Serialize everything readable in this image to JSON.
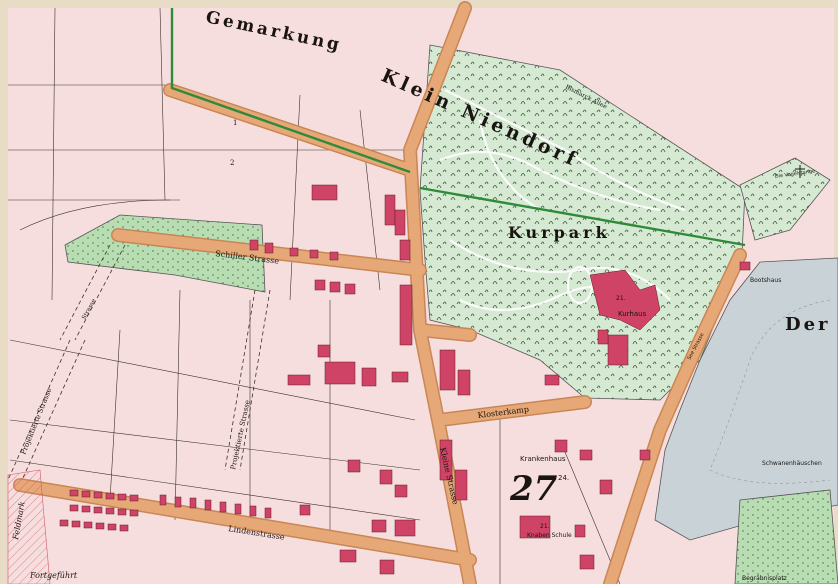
{
  "map": {
    "labels": {
      "gemarkung": "Gemarkung",
      "klein_niendorf": "Klein Niendorf",
      "kurpark": "Kurpark",
      "schiller_strasse": "Schiller Strasse",
      "klosterkamp": "Klosterkamp",
      "lindenstrasse": "Lindenstrasse",
      "kleine_strasse": "Kleine Strasse",
      "projektierte_strasse_1": "Projektierte Strasse",
      "projektierte_strasse_2": "Projektierte Strasse",
      "strasse_diag": "Strasse",
      "kurhaus": "Kurhaus",
      "kurhaus_num": "21.",
      "bootshaus": "Bootshaus",
      "die_vogelstange": "Die Vogelstange",
      "krankenhaus": "Krankenhaus",
      "knaben_schule": "Knaben Schule",
      "knaben_num": "21.",
      "schwanenhaeuschen": "Schwanenhäuschen",
      "der": "Der",
      "block_number": "27",
      "block_sub": "24.",
      "bismarck_allee": "Bismarck Allee",
      "see_strasse": "See Strasse",
      "begraebnisplatz": "Begräbnisplatz",
      "parcel_1": "1",
      "parcel_2": "2",
      "handwritten_left": "Feldmark",
      "handwritten_bottom": "Fortgeführt"
    },
    "colors": {
      "paper": "#f7dede",
      "road": "#e7a877",
      "road_edge": "#c98655",
      "building": "#cf4466",
      "park": "#d6ead3",
      "water": "#c9d3d7",
      "boundary_green": "#2f8a3a",
      "line": "#3a3028"
    }
  }
}
